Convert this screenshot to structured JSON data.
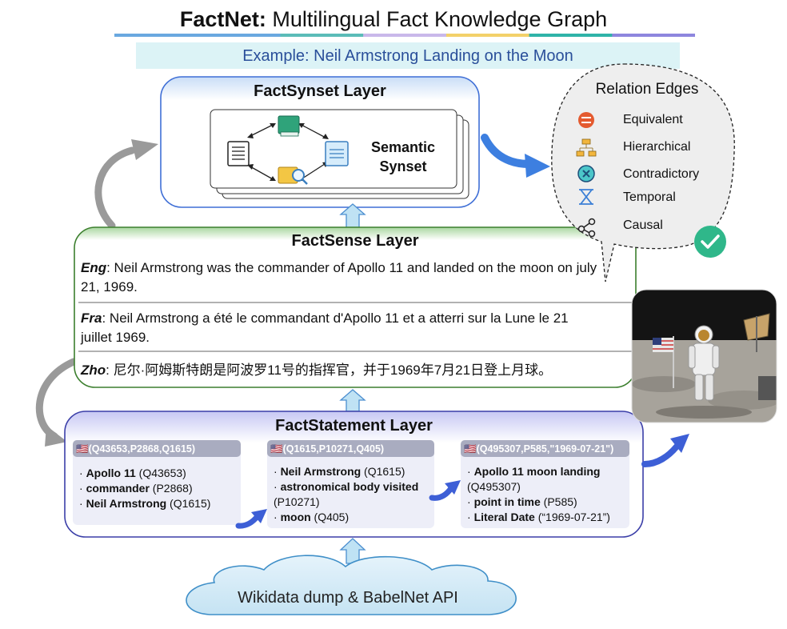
{
  "title": {
    "bold": "FactNet:",
    "rest": " Multilingual Fact Knowledge Graph"
  },
  "subtitle": "Example: Neil Armstrong Landing on the Moon",
  "colors": {
    "title_bar": [
      "#6aa8e0",
      "#6aa8e0",
      "#5bbcb8",
      "#c9b8ea",
      "#f3d16a",
      "#2fb3a8",
      "#8e86de"
    ],
    "synset_border": "#3f6fd6",
    "sense_border": "#3c7f2e",
    "statement_border": "#3b3fa8",
    "statement_head": "#a9acc0",
    "arrow_blue": "#3d7fe0",
    "check_green": "#2fb78a"
  },
  "synset_layer": {
    "title": "FactSynset Layer",
    "label": "Semantic\nSynset",
    "icons": [
      "book-icon",
      "document-icon",
      "notepad-icon",
      "magnifier-book-icon"
    ]
  },
  "relations": {
    "title": "Relation Edges",
    "items": [
      {
        "icon": "equivalent-icon",
        "label": "Equivalent"
      },
      {
        "icon": "hierarchy-icon",
        "label": "Hierarchical"
      },
      {
        "icon": "contradictory-icon",
        "label": "Contradictory"
      },
      {
        "icon": "hourglass-icon",
        "label": "Temporal"
      },
      {
        "icon": "causal-icon",
        "label": "Causal"
      }
    ]
  },
  "sense_layer": {
    "title": "FactSense Layer",
    "entries": [
      {
        "lang": "Eng",
        "text": ": Neil Armstrong was the commander of Apollo 11 and landed on the moon on july 21, 1969."
      },
      {
        "lang": "Fra",
        "text": ": Neil Armstrong a été le commandant d'Apollo 11 et a atterri sur la Lune le 21 juillet 1969."
      },
      {
        "lang": "Zho",
        "text": ": 尼尔·阿姆斯特朗是阿波罗11号的指挥官，并于1969年7月21日登上月球。"
      }
    ]
  },
  "statement_layer": {
    "title": "FactStatement Layer",
    "cards": [
      {
        "flag": "🇺🇸",
        "header": "(Q43653,P2868,Q1615)",
        "lines": [
          {
            "bold": "Apollo 11",
            "rest": " (Q43653)"
          },
          {
            "bold": "commander",
            "rest": " (P2868)"
          },
          {
            "bold": "Neil Armstrong",
            "rest": " (Q1615)"
          }
        ]
      },
      {
        "flag": "🇺🇸",
        "header": "(Q1615,P10271,Q405)",
        "lines": [
          {
            "bold": "Neil Armstrong",
            "rest": " (Q1615)"
          },
          {
            "bold": "astronomical body visited",
            "rest": " (P10271)"
          },
          {
            "bold": "moon",
            "rest": " (Q405)"
          }
        ]
      },
      {
        "flag": "🇺🇸",
        "header": "(Q495307,P585,\"1969-07-21\")",
        "lines": [
          {
            "bold": "Apollo 11 moon landing",
            "rest": " (Q495307)"
          },
          {
            "bold": "point in time",
            "rest": " (P585)"
          },
          {
            "bold": "Literal Date",
            "rest": " (“1969-07-21”)"
          }
        ]
      }
    ]
  },
  "source": "Wikidata dump & BabelNet API",
  "photo": {
    "subject": "astronaut-on-moon-photo"
  }
}
